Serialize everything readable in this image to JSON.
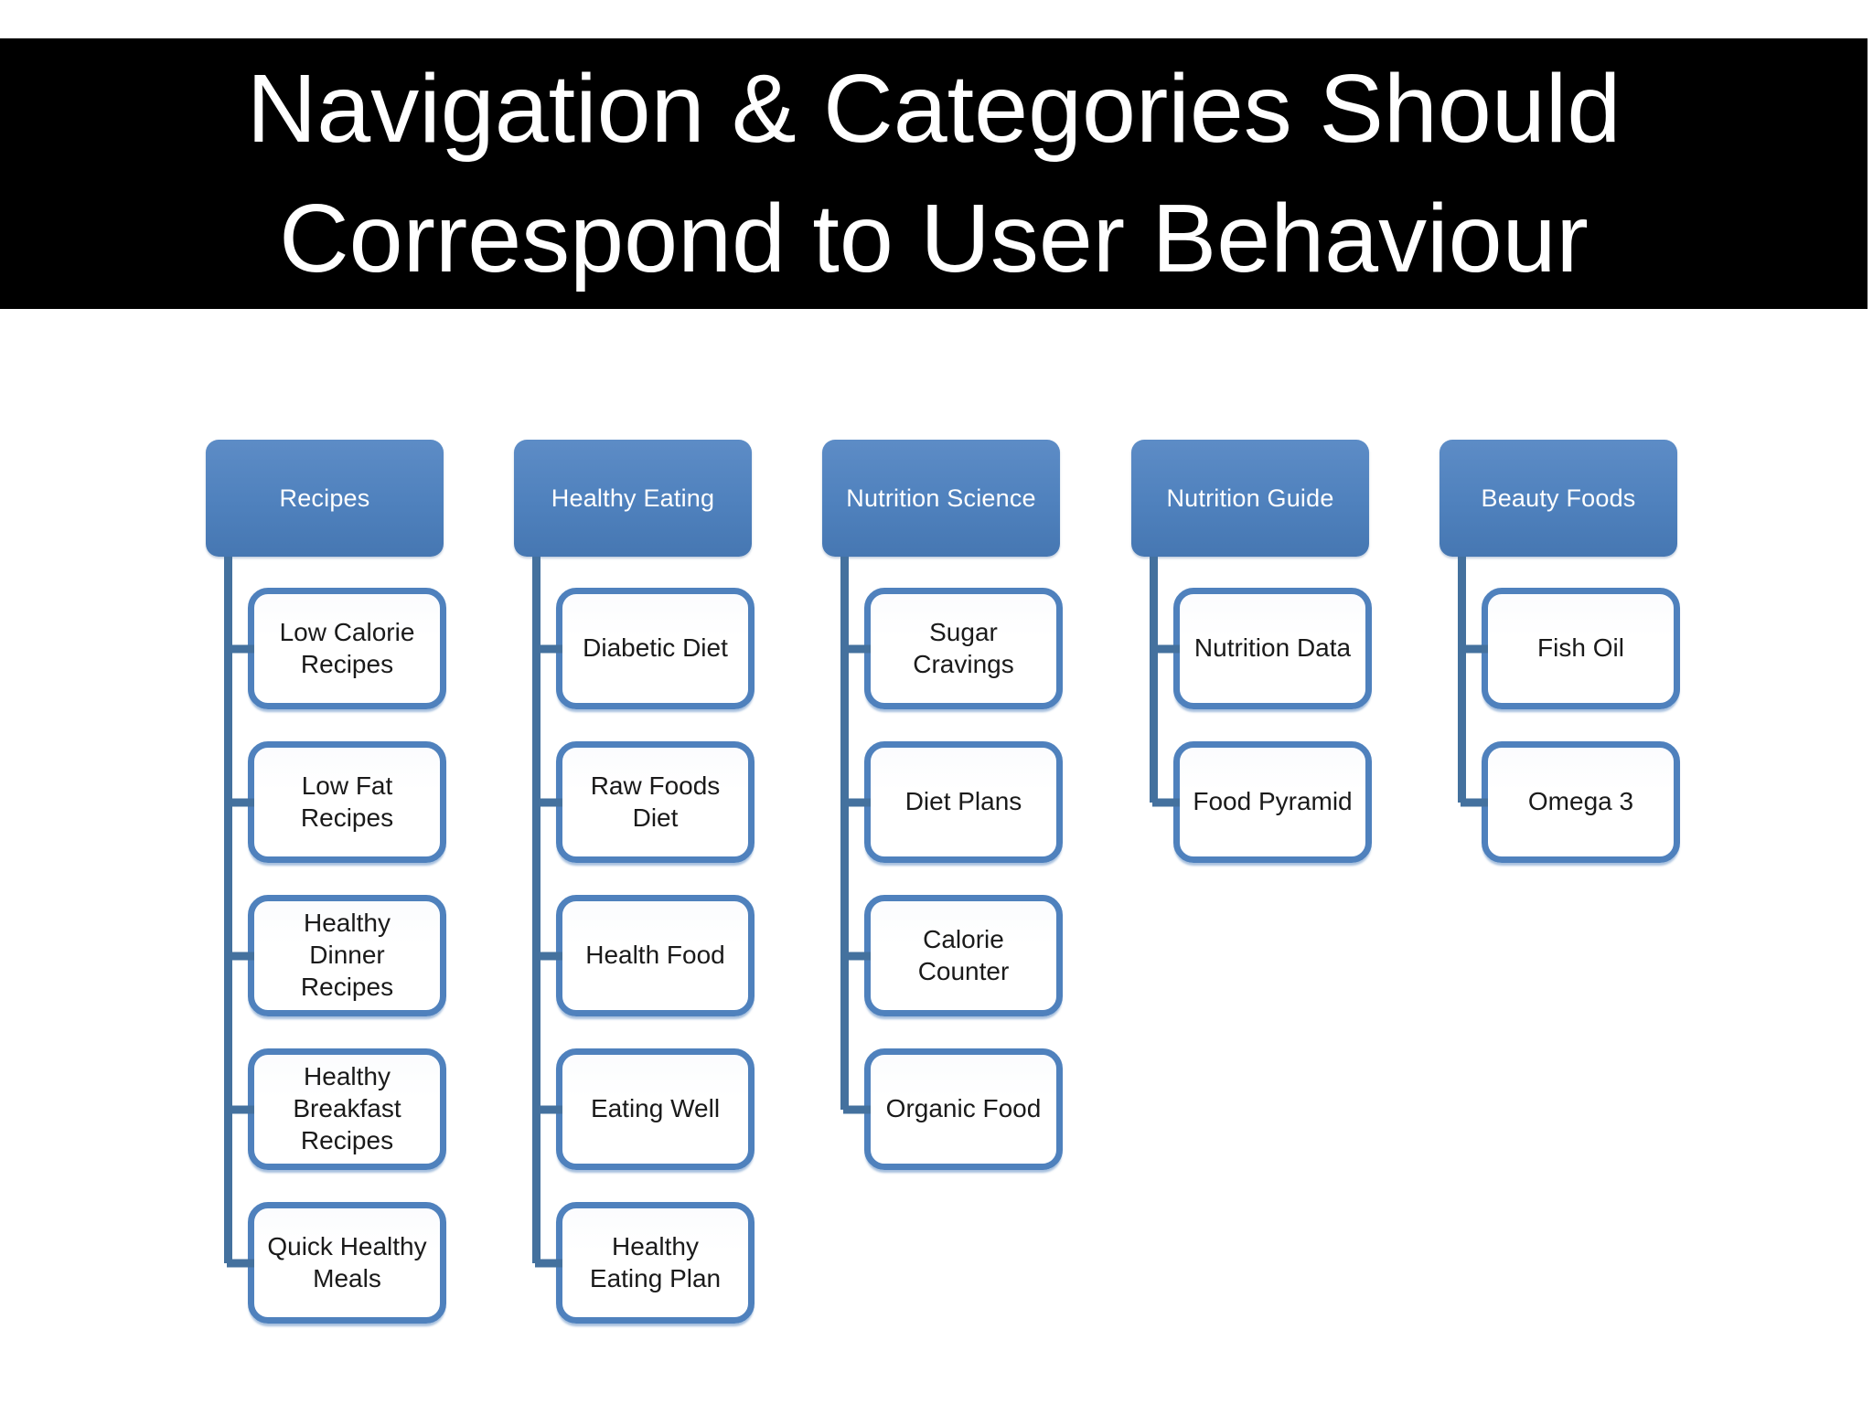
{
  "header": {
    "title_line1": "Navigation & Categories Should",
    "title_line2": "Correspond to User Behaviour"
  },
  "diagram": {
    "columns": [
      {
        "label": "Recipes",
        "children": [
          "Low Calorie\nRecipes",
          "Low Fat\nRecipes",
          "Healthy\nDinner\nRecipes",
          "Healthy\nBreakfast\nRecipes",
          "Quick Healthy\nMeals"
        ]
      },
      {
        "label": "Healthy Eating",
        "children": [
          "Diabetic Diet",
          "Raw Foods\nDiet",
          "Health Food",
          "Eating Well",
          "Healthy\nEating Plan"
        ]
      },
      {
        "label": "Nutrition Science",
        "children": [
          "Sugar\nCravings",
          "Diet Plans",
          "Calorie\nCounter",
          "Organic Food"
        ]
      },
      {
        "label": "Nutrition Guide",
        "children": [
          "Nutrition Data",
          "Food Pyramid"
        ]
      },
      {
        "label": "Beauty Foods",
        "children": [
          "Fish Oil",
          "Omega 3"
        ]
      }
    ]
  },
  "colors": {
    "banner_background": "#000000",
    "banner_text": "#ffffff",
    "category_fill": "#4f81bd",
    "category_text": "#ffffff",
    "box_border": "#4f81bd",
    "box_background": "#ffffff",
    "box_text": "#1a1a1a",
    "connector": "#44719e"
  }
}
